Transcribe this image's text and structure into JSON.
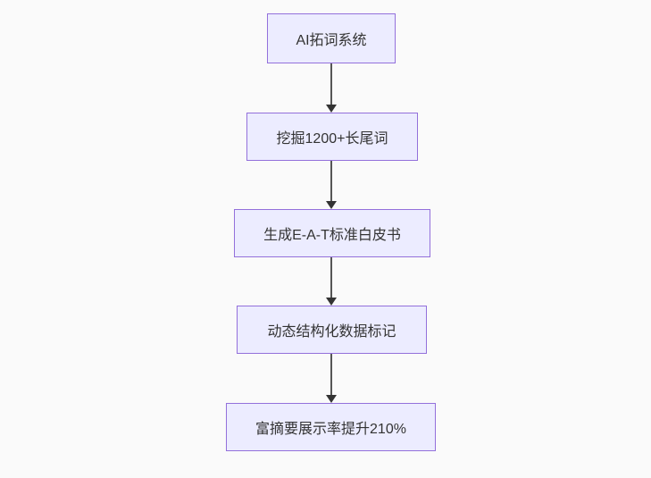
{
  "flowchart": {
    "type": "flowchart",
    "direction": "top-down",
    "nodes": [
      {
        "label": "AI拓词系统"
      },
      {
        "label": "挖掘1200+长尾词"
      },
      {
        "label": "生成E-A-T标准白皮书"
      },
      {
        "label": "动态结构化数据标记"
      },
      {
        "label": "富摘要展示率提升210%"
      }
    ],
    "edges": [
      {
        "from": "AI拓词系统",
        "to": "挖掘1200+长尾词"
      },
      {
        "from": "挖掘1200+长尾词",
        "to": "生成E-A-T标准白皮书"
      },
      {
        "from": "生成E-A-T标准白皮书",
        "to": "动态结构化数据标记"
      },
      {
        "from": "动态结构化数据标记",
        "to": "富摘要展示率提升210%"
      }
    ],
    "colors": {
      "node_fill": "#ececff",
      "node_border": "#9370db",
      "node_text": "#333333",
      "arrow_line": "#555555",
      "arrow_head": "#333333",
      "background": "#fafafa"
    }
  }
}
